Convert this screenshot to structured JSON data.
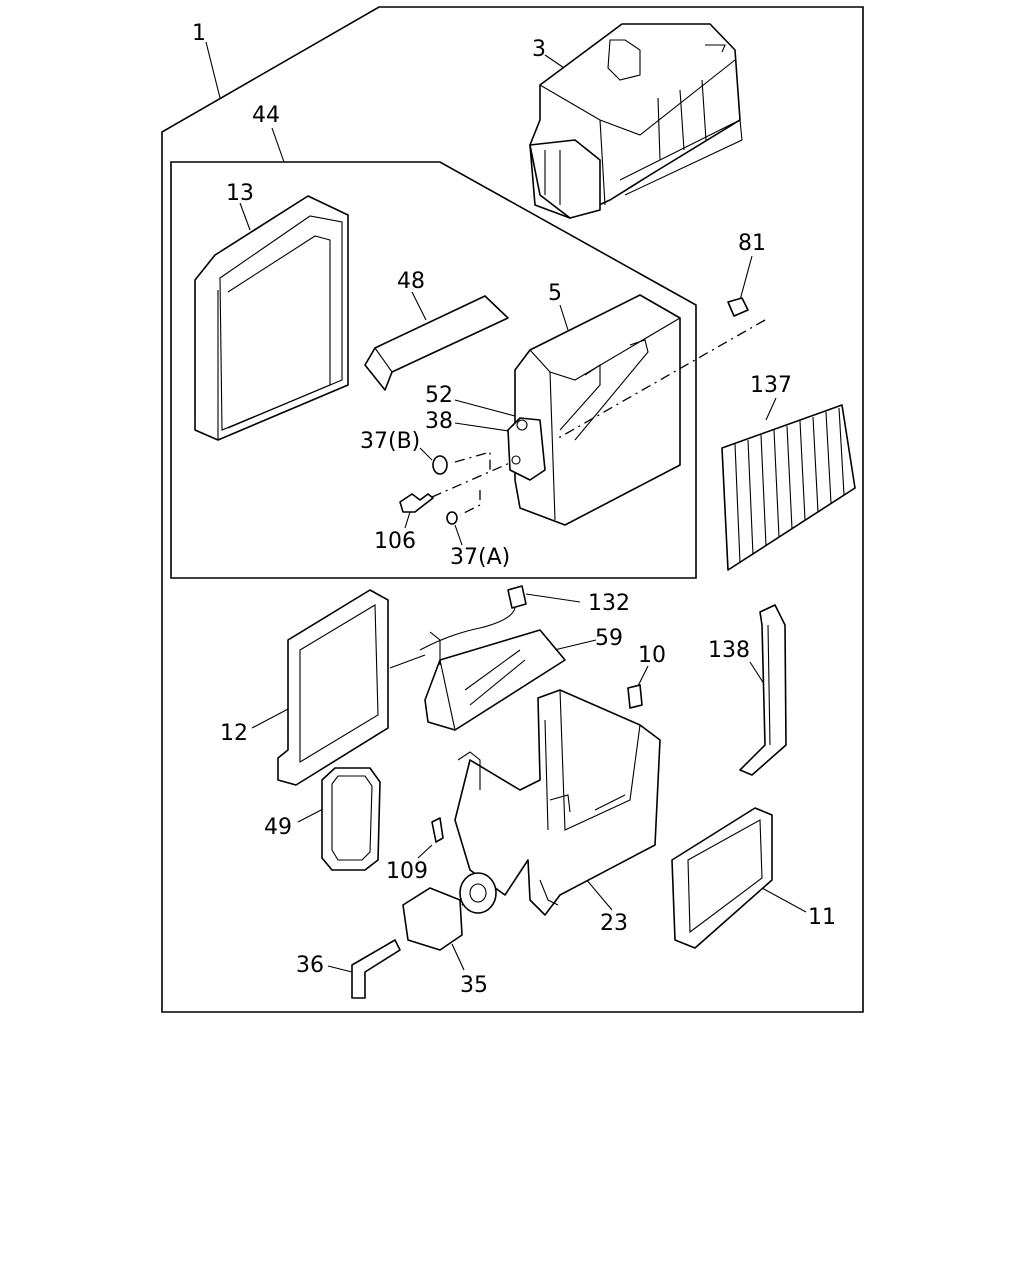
{
  "callouts": [
    {
      "id": "c1",
      "text": "1"
    },
    {
      "id": "c3",
      "text": "3"
    },
    {
      "id": "c44",
      "text": "44"
    },
    {
      "id": "c13",
      "text": "13"
    },
    {
      "id": "c48",
      "text": "48"
    },
    {
      "id": "c5",
      "text": "5"
    },
    {
      "id": "c81",
      "text": "81"
    },
    {
      "id": "c52",
      "text": "52"
    },
    {
      "id": "c38",
      "text": "38"
    },
    {
      "id": "c37b",
      "text": "37(B)"
    },
    {
      "id": "c137",
      "text": "137"
    },
    {
      "id": "c106",
      "text": "106"
    },
    {
      "id": "c37a",
      "text": "37(A)"
    },
    {
      "id": "c132",
      "text": "132"
    },
    {
      "id": "c59",
      "text": "59"
    },
    {
      "id": "c10",
      "text": "10"
    },
    {
      "id": "c138",
      "text": "138"
    },
    {
      "id": "c12",
      "text": "12"
    },
    {
      "id": "c49",
      "text": "49"
    },
    {
      "id": "c109",
      "text": "109"
    },
    {
      "id": "c23",
      "text": "23"
    },
    {
      "id": "c11",
      "text": "11"
    },
    {
      "id": "c36",
      "text": "36"
    },
    {
      "id": "c35",
      "text": "35"
    }
  ]
}
